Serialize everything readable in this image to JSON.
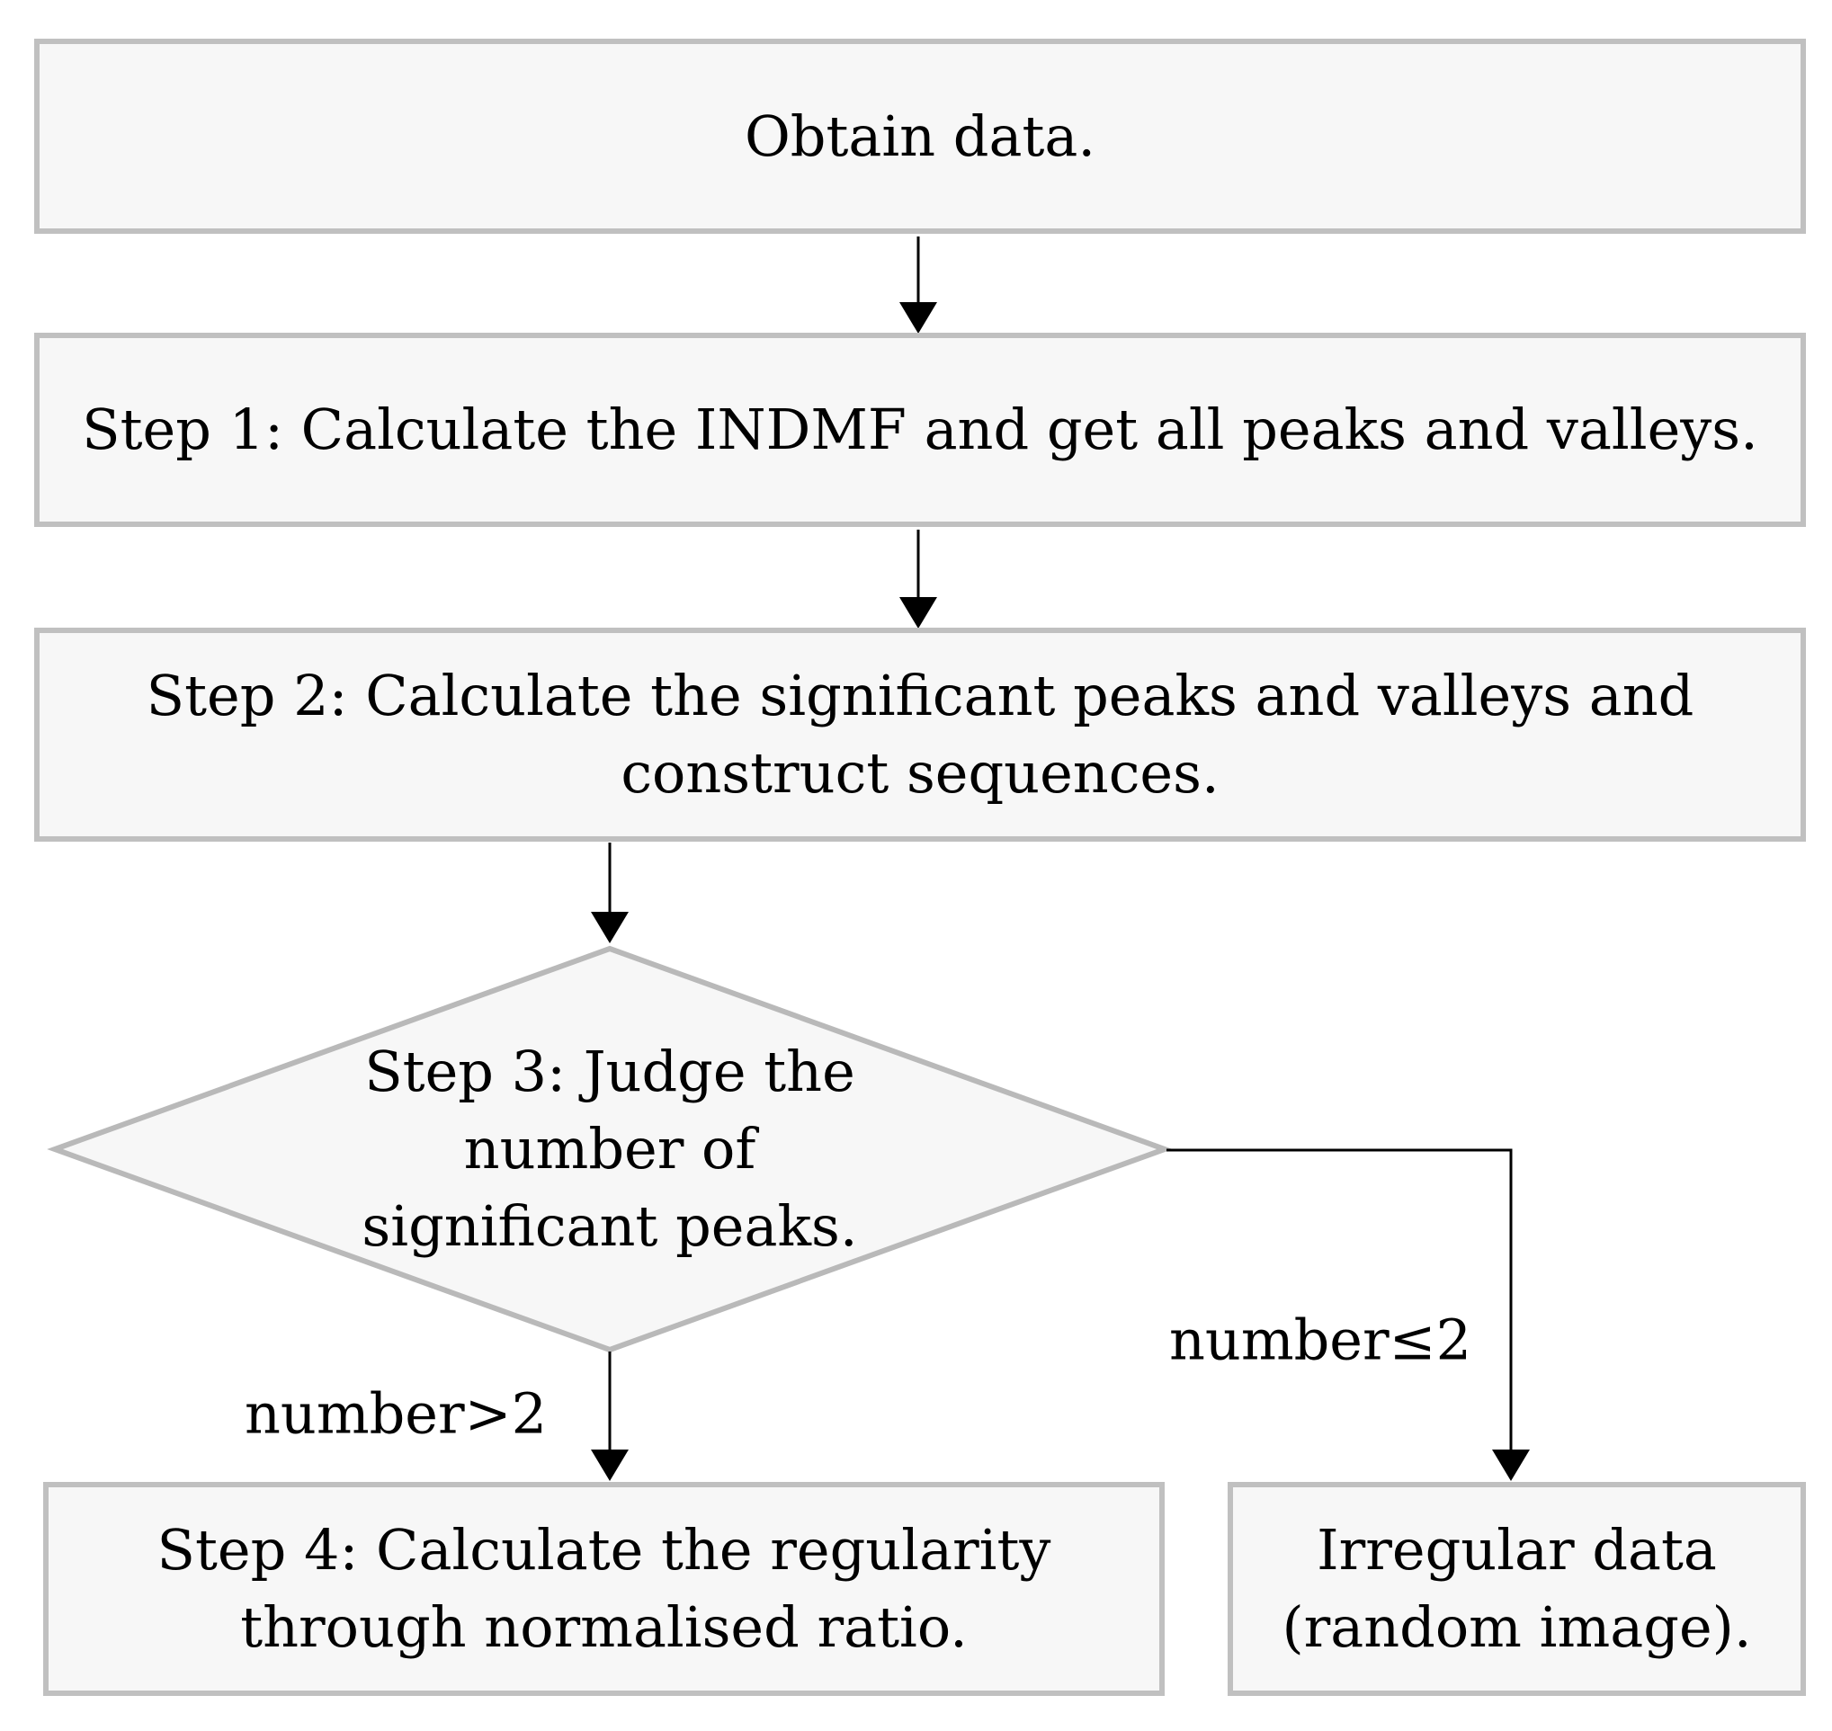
{
  "diagram": {
    "type": "flowchart",
    "nodes": {
      "obtain_data": {
        "text": "Obtain data."
      },
      "step1": {
        "text": "Step 1: Calculate the INDMF and get all peaks and valleys."
      },
      "step2": {
        "lines": [
          "Step 2: Calculate the significant peaks and valleys and",
          "construct sequences."
        ]
      },
      "step3_decision": {
        "lines": [
          "Step 3: Judge the",
          "number of",
          "significant peaks."
        ]
      },
      "step4": {
        "lines": [
          "Step 4: Calculate the regularity",
          "through normalised ratio."
        ]
      },
      "irregular_data": {
        "lines": [
          "Irregular data",
          "(random image)."
        ]
      }
    },
    "branches": {
      "left_label": "number>2",
      "right_label": "number≤2"
    },
    "colors": {
      "background": "#ffffff",
      "node_fill": "#f7f7f7",
      "node_border": "#c0c0c0",
      "diamond_border": "#b9b9b9",
      "arrow": "#000000",
      "text": "#000000"
    }
  }
}
